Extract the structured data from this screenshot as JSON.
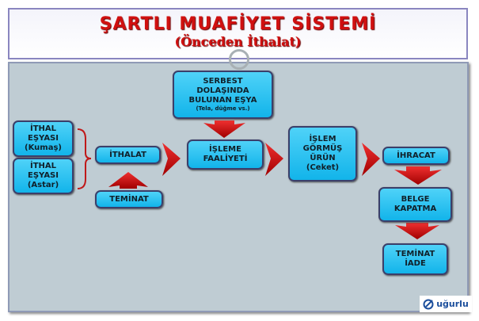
{
  "header": {
    "title": "ŞARTLI MUAFİYET SİSTEMİ",
    "subtitle": "(Önceden İthalat)"
  },
  "boxes": {
    "serbest": {
      "l1": "SERBEST",
      "l2": "DOLAŞINDA",
      "l3": "BULUNAN EŞYA",
      "l4": "(Tela, düğme vs.)"
    },
    "kumas": {
      "l1": "İTHAL",
      "l2": "EŞYASI",
      "l3": "(Kumaş)"
    },
    "astar": {
      "l1": "İTHAL",
      "l2": "EŞYASI",
      "l3": "(Astar)"
    },
    "ithalat": "İTHALAT",
    "teminat": "TEMİNAT",
    "isleme": {
      "l1": "İŞLEME",
      "l2": "FAALİYETİ"
    },
    "urun": {
      "l1": "İŞLEM",
      "l2": "GÖRMÜŞ",
      "l3": "ÜRÜN",
      "l4": "(Ceket)"
    },
    "ihracat": "İHRACAT",
    "belge": {
      "l1": "BELGE",
      "l2": "KAPATMA"
    },
    "iade": {
      "l1": "TEMİNAT",
      "l2": "İADE"
    }
  },
  "logo": {
    "text": "uğurlu"
  },
  "colors": {
    "box": "#1ec0f0",
    "arrow": "#d01010",
    "title": "#d01010"
  }
}
